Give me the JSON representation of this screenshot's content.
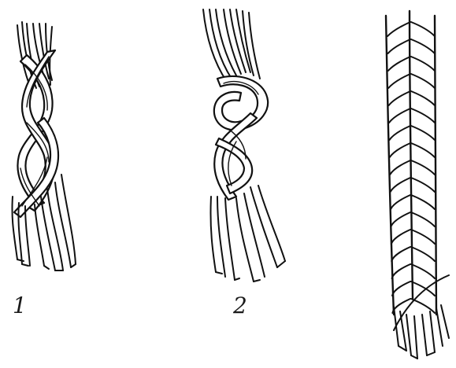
{
  "figure": {
    "labels": [
      {
        "id": "braid-1",
        "text": "1"
      },
      {
        "id": "braid-2",
        "text": "2"
      }
    ],
    "braid_count": 3,
    "ink_color": "#111111",
    "background_color": "#ffffff"
  }
}
